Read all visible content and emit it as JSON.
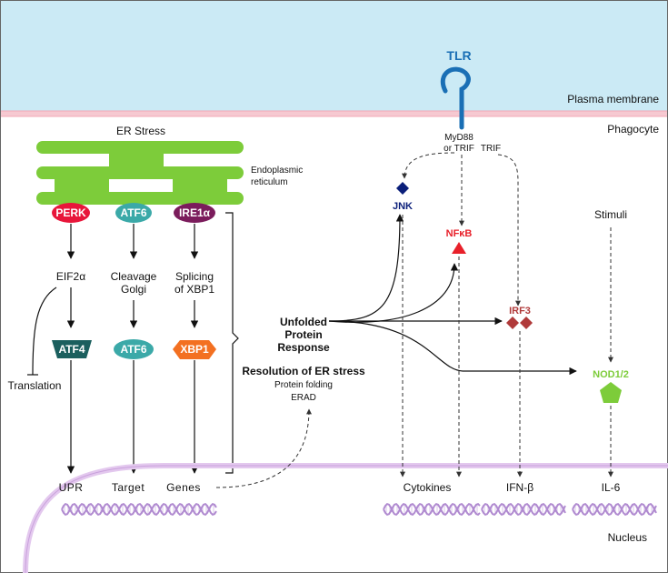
{
  "regions": {
    "membrane_label": "Plasma membrane",
    "phagocyte_label": "Phagocyte",
    "nucleus_label": "Nucleus"
  },
  "receptor": {
    "label": "TLR",
    "adapter_label_1": "MyD88",
    "adapter_label_2": "or TRIF",
    "trif_label": "TRIF"
  },
  "er": {
    "title": "ER Stress",
    "label_1": "Endoplasmic",
    "label_2": "reticulum"
  },
  "sensors": {
    "perk": {
      "label": "PERK",
      "color": "#e8163a"
    },
    "atf6": {
      "label": "ATF6",
      "color": "#3ba9a8"
    },
    "ire1": {
      "label": "IRE1α",
      "color": "#7b1c5c"
    }
  },
  "mid_steps": {
    "eif2a": "EIF2α",
    "cleavage_1": "Cleavage",
    "cleavage_2": "Golgi",
    "splicing_1": "Splicing",
    "splicing_2": "of XBP1"
  },
  "factors": {
    "atf4": {
      "label": "ATF4",
      "color": "#1b5f5e"
    },
    "atf6": {
      "label": "ATF6",
      "color": "#3ba9a8"
    },
    "xbp1": {
      "label": "XBP1",
      "color": "#f37021"
    }
  },
  "translation_label": "Translation",
  "outputs": {
    "upr": "UPR",
    "target": "Target",
    "genes": "Genes"
  },
  "upr_box": {
    "line1": "Unfolded",
    "line2": "Protein",
    "line3": "Response"
  },
  "resolution": {
    "title": "Resolution of ER stress",
    "line1": "Protein folding",
    "line2": "ERAD"
  },
  "kinases": {
    "jnk": {
      "label": "JNK",
      "color": "#0b1f7a"
    },
    "nfkb": {
      "label": "NFκB",
      "color": "#e8202a"
    },
    "irf3": {
      "label": "IRF3",
      "color": "#b03a3a"
    },
    "nod": {
      "label": "NOD1/2",
      "color": "#7dcc3a"
    }
  },
  "stimuli_label": "Stimuli",
  "nuclear_outputs": {
    "cytokines": "Cytokines",
    "ifnb": "IFN-β",
    "il6": "IL-6"
  },
  "colors": {
    "membrane": "#cbeaf5",
    "membrane_line": "#f3a9b6",
    "er": "#7dcc3a",
    "nucleus_line": "#d9b8e6",
    "dna": "#b08ad0",
    "tlr": "#1a6fb5"
  }
}
